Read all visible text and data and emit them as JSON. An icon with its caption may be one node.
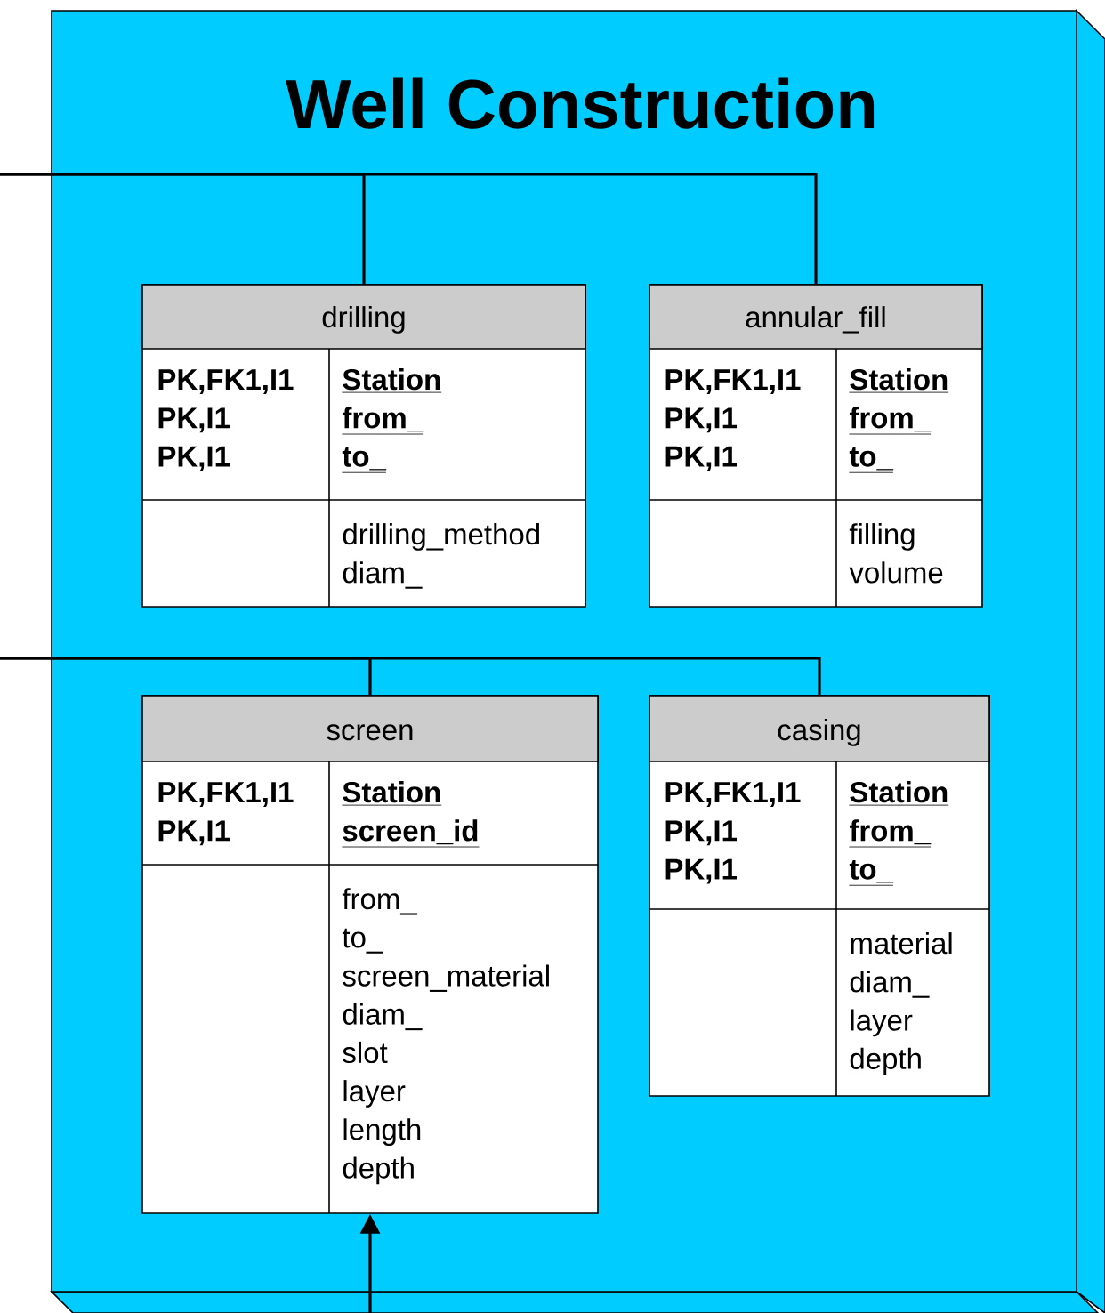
{
  "diagram": {
    "nodes": [
      {
        "text": [
          "Well Construction"
        ]
      },
      {
        "text": [
          "drilling",
          "PK,FK1,I1",
          "PK,I1",
          "PK,I1",
          "Station",
          "from_",
          "to_",
          "drilling_method",
          "diam_"
        ],
        "in": 0
      },
      {
        "text": [
          "annular_fill",
          "PK,FK1,I1",
          "PK,I1",
          "PK,I1",
          "Station",
          "from_",
          "to_",
          "filling",
          "volume"
        ],
        "in": 0
      },
      {
        "text": [
          "screen",
          "PK,FK1,I1",
          "PK,I1",
          "Station",
          "screen_id",
          "from_",
          "to_",
          "screen_material",
          "diam_",
          "slot",
          "layer",
          "length",
          "depth"
        ],
        "in": 0
      },
      {
        "text": [
          "casing",
          "PK,FK1,I1",
          "PK,I1",
          "PK,I1",
          "Station",
          "from_",
          "to_",
          "material",
          "diam_",
          "layer",
          "depth"
        ],
        "in": 0
      }
    ],
    "edges": [
      {
        "from": null,
        "to": 1,
        "arrow": "none"
      },
      {
        "from": null,
        "to": 2,
        "arrow": "none"
      },
      {
        "from": null,
        "to": 3,
        "arrow": "none"
      },
      {
        "from": null,
        "to": 4,
        "arrow": "none"
      },
      {
        "from": null,
        "to": 3,
        "arrow": "to"
      }
    ]
  }
}
